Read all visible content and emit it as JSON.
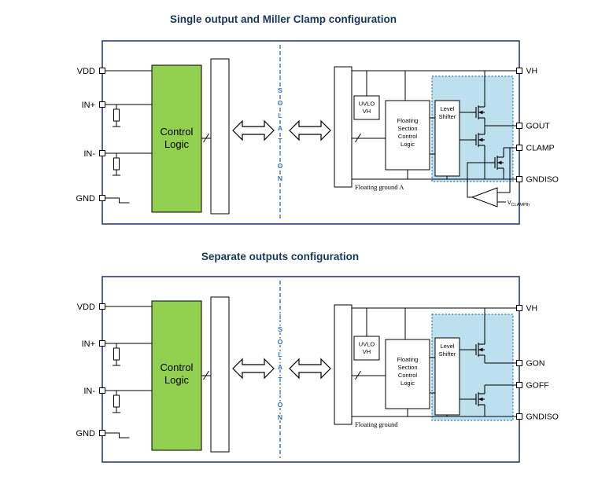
{
  "colors": {
    "title": "#17375E",
    "diagram_border": "#2B3990",
    "control_logic_green": "#92D050",
    "output_region_blue": "#BDE0EE",
    "isolation": "#2E75B6"
  },
  "diagram1": {
    "title": "Single output and Miller Clamp configuration",
    "pins_left": {
      "vdd": "VDD",
      "in_plus": "IN+",
      "in_minus": "IN-",
      "gnd": "GND"
    },
    "pins_right": {
      "vh": "VH",
      "gout": "GOUT",
      "clamp": "CLAMP",
      "gndiso": "GNDISO"
    },
    "control_logic": {
      "line1": "Control",
      "line2": "Logic"
    },
    "uvlo": {
      "line1": "UVLO",
      "line2": "VH"
    },
    "floating_section": {
      "line1": "Floating",
      "line2": "Section",
      "line3": "Control",
      "line4": "Logic"
    },
    "level_shifter": {
      "line1": "Level",
      "line2": "Shifter"
    },
    "isolation_label": "ISOLATION",
    "floating_ground_label": "Floating ground A",
    "vclamp_threshold": {
      "prefix": "V",
      "sub": "CLAMPth"
    }
  },
  "diagram2": {
    "title": "Separate outputs configuration",
    "pins_left": {
      "vdd": "VDD",
      "in_plus": "IN+",
      "in_minus": "IN-",
      "gnd": "GND"
    },
    "pins_right": {
      "vh": "VH",
      "gon": "GON",
      "goff": "GOFF",
      "gndiso": "GNDISO"
    },
    "control_logic": {
      "line1": "Control",
      "line2": "Logic"
    },
    "uvlo": {
      "line1": "UVLO",
      "line2": "VH"
    },
    "floating_section": {
      "line1": "Floating",
      "line2": "Section",
      "line3": "Control",
      "line4": "Logic"
    },
    "level_shifter": {
      "line1": "Level",
      "line2": "Shifter"
    },
    "isolation_label": "ISOLATION",
    "floating_ground_label": "Floating ground"
  }
}
